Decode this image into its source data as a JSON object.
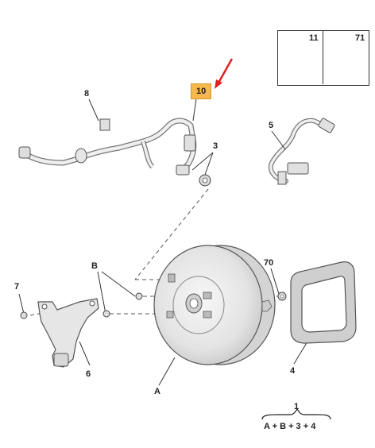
{
  "callouts": {
    "c10": "10",
    "c8": "8",
    "c3": "3",
    "c5": "5",
    "c7": "7",
    "cB": "B",
    "c70": "70",
    "c6": "6",
    "cA": "A",
    "c4": "4"
  },
  "inset": {
    "left_label": "11",
    "right_label": "71"
  },
  "formula": {
    "ref": "1",
    "text": "A + B + 3 + 4"
  },
  "colors": {
    "highlight": "#f7b84b",
    "arrow": "#e02020",
    "line": "#333333",
    "part_fill": "#e8e8e8",
    "part_stroke": "#666666"
  },
  "icons": {
    "arrow": "red-arrow-icon",
    "clip": "clip-icon",
    "cap": "cap-icon"
  }
}
